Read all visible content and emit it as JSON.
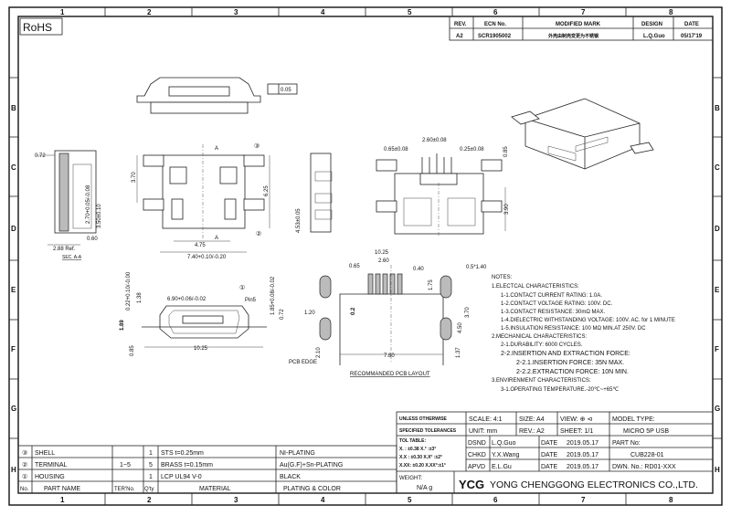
{
  "frame": {
    "columns": [
      "1",
      "2",
      "3",
      "4",
      "5",
      "6",
      "7",
      "8"
    ],
    "rows": [
      "B",
      "C",
      "D",
      "E",
      "F",
      "G",
      "H"
    ],
    "rohs": "RoHS"
  },
  "revision": {
    "headers": [
      "REV.",
      "ECN No.",
      "MODIFIED MARK",
      "DESIGN",
      "DATE"
    ],
    "row": [
      "A2",
      "SCR1905002",
      "外壳由制壳变更为不锈钢",
      "L.Q.Guo",
      "05/17'19"
    ]
  },
  "dims": {
    "flatness": "0.05",
    "d072": "0.72",
    "d270": "2.70+0.05/-0.08",
    "d350": "3.50±0.10",
    "d288": "2.88 Ref.",
    "d060": "0.60",
    "secaa": "SEC. A-A",
    "d370": "3.70",
    "d625": "6.25",
    "d475": "4.75",
    "d740": "7.40+0.10/-0.20",
    "secA": "A",
    "d453": "4.53±0.05",
    "d260": "2.60±0.08",
    "d065": "0.65±0.08",
    "d025": "0.25±0.08",
    "d085": "0.85",
    "d390": "3.90",
    "d022": "0.22+0.10/-0.00",
    "d138": "1.38",
    "d189": "1.89",
    "d690": "6.90+0.06/-0.02",
    "pin5": "Pin5",
    "d185": "1.85+0.08/-0.02",
    "d072b": "0.72",
    "d085b": "0.85",
    "d1025": "10.25",
    "p1025": "10.25",
    "p260": "2.60",
    "p065": "0.65",
    "p040": "0.40",
    "p0514": "0.5*1.40",
    "p175": "1.75",
    "p02": "0.2",
    "p120": "1.20",
    "p450": "4.50",
    "p370": "3.70",
    "p210": "2.10",
    "p137": "1.37",
    "p780": "7.80",
    "pcbedge": "PCB EDGE",
    "pcbtitle": "RECOMMANDED PCB LAYOUT",
    "c1": "①",
    "c2": "②",
    "c3": "③"
  },
  "notes": [
    "NOTES:",
    "1.ELECTCAL CHARACTERISTICS:",
    "1-1.CONTACT CURRENT RATING: 1.0A.",
    "1-2.CONTACT VOLTAGE RATING: 100V. DC.",
    "1-3.CONTACT RESISTANCE: 30mΩ MAX.",
    "1-4.DIELECTRIC WITHSTANDING VOLTAGE: 100V. AC. for 1 MINUTE",
    "1-5.INSULATION RESISTANCE: 100 MΩ MIN.AT 250V. DC",
    "2.MECHANICAL CHARACTERISTICS:",
    "2-1.DURABILITY: 6000 CYCLES.",
    "2-2.INSERTION AND EXTRACTION FORCE:",
    "2-2.1.INSERTION FORCE:     35N MAX.",
    "2-2.2.EXTRACTION FORCE:  10N MIN.",
    "3.ENVIRENMENT CHARACTERISTICS:",
    "3-1.OPERATING TEMPERATURE.-20℃~+65℃"
  ],
  "bom": {
    "headers": [
      "No.",
      "PART NAME",
      "TER'No.",
      "Q'ty",
      "MATERIAL",
      "PLATING & COLOR"
    ],
    "rows": [
      [
        "③",
        "SHELL",
        "",
        "1",
        "STS t=0.25mm",
        "NI-PLATING"
      ],
      [
        "②",
        "TERMINAL",
        "1~5",
        "5",
        "BRASS t=0.15mm",
        "Au(G.F)+Sn-PLATING"
      ],
      [
        "①",
        "HOUSING",
        "",
        "1",
        "LCP UL94 V-0",
        "BLACK"
      ]
    ]
  },
  "title_block": {
    "tol_heading": "UNLESS OTHERWISE",
    "tol_heading2": "SPECIFIED TOLERANCES",
    "scale": "SCALE: 4:1",
    "size": "SIZE:  A4",
    "view": "VIEW: ⊕ ⊲",
    "unit": "UNIT:  mm",
    "rev": "REV.:  A2",
    "sheet": "SHEET:  1/1",
    "model_label": "MODEL TYPE:",
    "model_value": "MICRO 5P USB",
    "tol_table": [
      "TOL TABLE:",
      "X.  : ±0.38   X.° :±3°",
      "X.X : ±0.30   X.X° :±2°",
      "X.XX: ±0.20   X.XX°:±1°"
    ],
    "dsnd": "DSND",
    "dsnd_name": "L.Q.Guo",
    "chkd": "CHKD",
    "chkd_name": "Y.X.Wang",
    "apvd": "APVD",
    "apvd_name": "E.L.Gu",
    "date_label": "DATE",
    "date": "2019.05.17",
    "part_label": "PART No:",
    "part_value": "CUB228-01",
    "dwn": "DWN. No.:  RD01-XXX",
    "weight_label": "WEIGHT:",
    "weight_value": "N/A  g",
    "logo": "YCG",
    "company": "YONG CHENGGONG ELECTRONICS CO.,LTD."
  }
}
